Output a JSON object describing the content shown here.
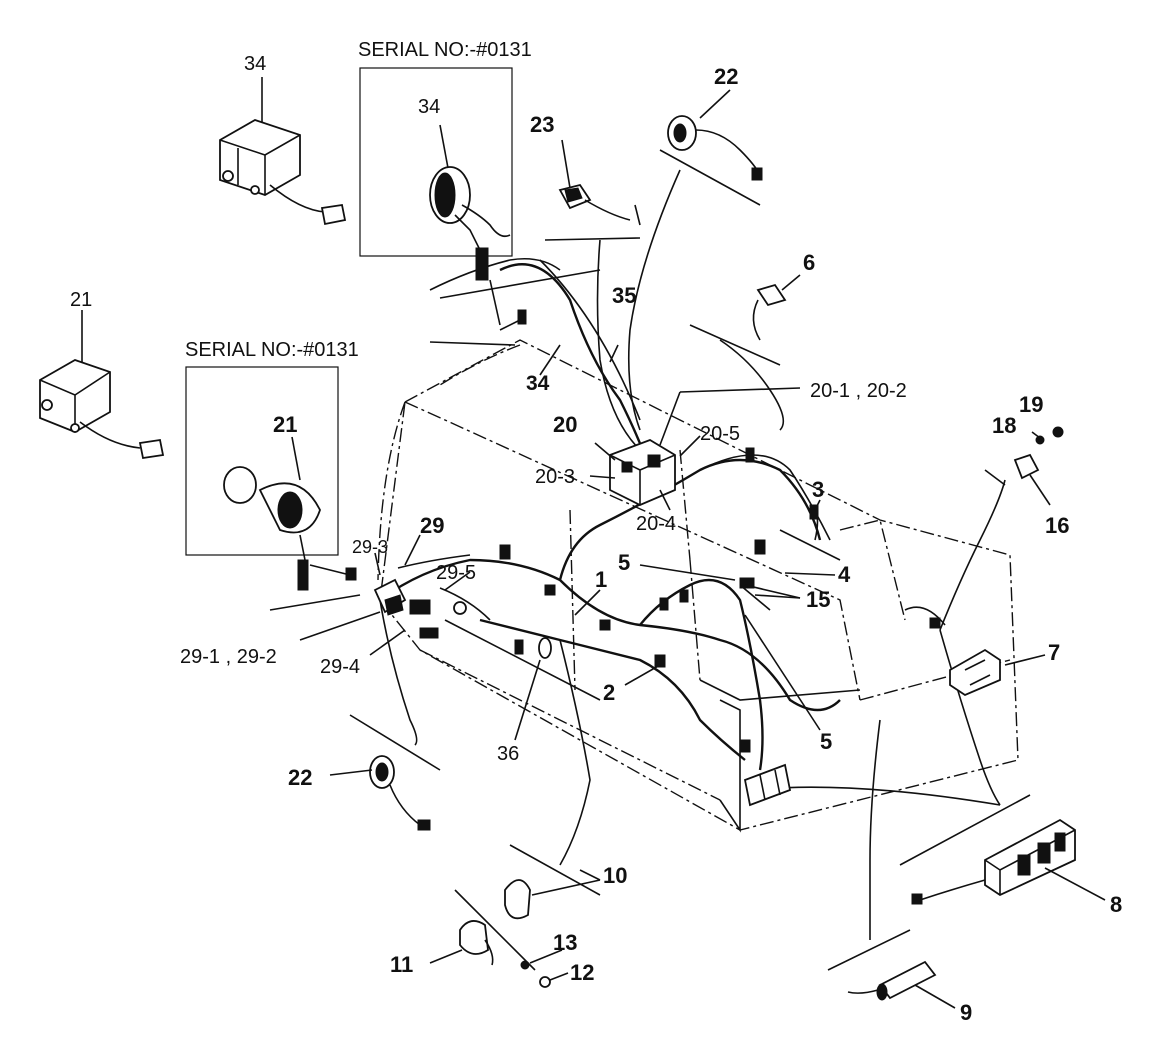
{
  "serial_notes": [
    "SERIAL NO:-#0131",
    "SERIAL NO:-#0131"
  ],
  "labels": {
    "p34_top": "34",
    "p34_box": "34",
    "p34_mid": "34",
    "p22_top": "22",
    "p23": "23",
    "p6": "6",
    "p35": "35",
    "p21_left": "21",
    "p21_box": "21",
    "p20_1_2": "20-1 , 20-2",
    "p20": "20",
    "p20_5": "20-5",
    "p19": "19",
    "p18": "18",
    "p16": "16",
    "p20_3": "20-3",
    "p3": "3",
    "p20_4": "20-4",
    "p29": "29",
    "p29_3": "29-3",
    "p5_top": "5",
    "p4": "4",
    "p29_5": "29-5",
    "p1": "1",
    "p15": "15",
    "p7": "7",
    "p29_1_2": "29-1 , 29-2",
    "p29_4": "29-4",
    "p2": "2",
    "p36": "36",
    "p5_bot": "5",
    "p22_bot": "22",
    "p10": "10",
    "p8": "8",
    "p13": "13",
    "p11": "11",
    "p12": "12",
    "p9": "9"
  }
}
